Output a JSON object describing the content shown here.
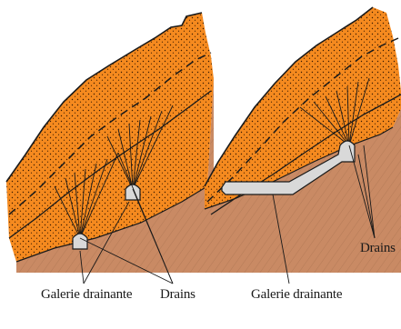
{
  "left_panel": {
    "gallery_label": "Galerie drainante",
    "drains_label": "Drains"
  },
  "right_panel": {
    "gallery_label": "Galerie drainante",
    "drains_label": "Drains"
  },
  "colors": {
    "soil_layer": "#f58a1f",
    "bedrock": "#c98a64",
    "gallery": "#d9d9d9",
    "line": "#1a1a1a"
  }
}
